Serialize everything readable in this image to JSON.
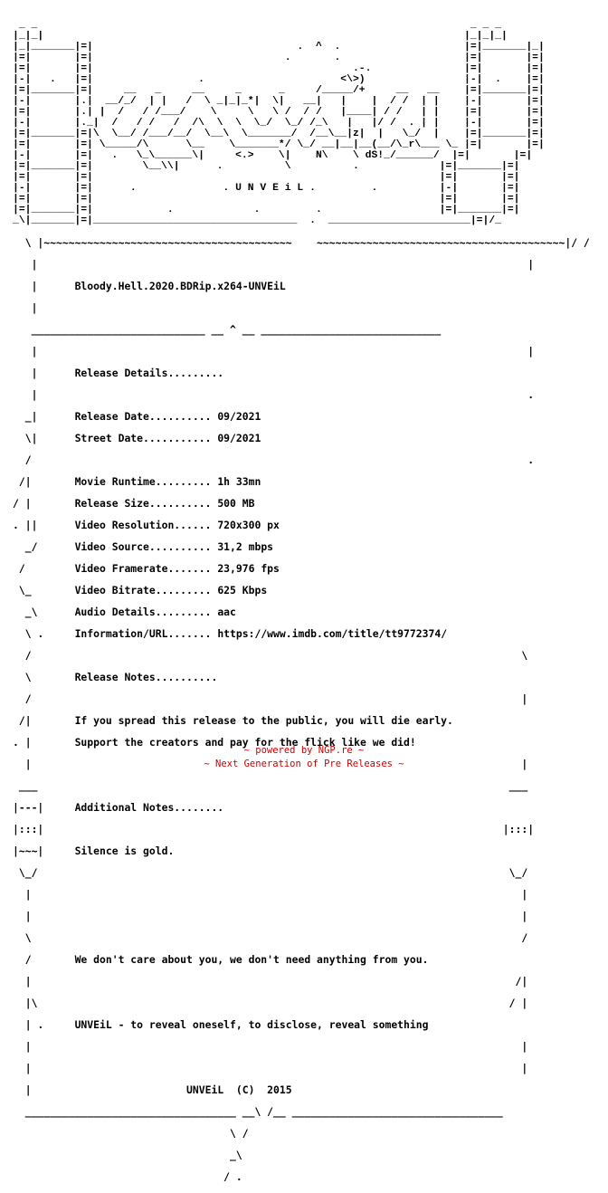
{
  "header_art": " _ _                                                                      _ _ _\n|_|_|                                                                    |_|_|_|\n|_|_______|=|                                 .  ^  .                    |=|_______|_|\n|=|       |=|                               .       .                    |=|       |=|\n|=|       |=|                                          .-.               |=|       |=|\n|-|   .   |=|                 .                      <\\>)                |-|  .    |=|\n|=|_______|=|     __   _     __     _      _     /_____/+     __   __    |=|_______|=|\n|-|       |.|  __/_/  | |   /  \\ _|_|_*|  \\|   __|   |    |  / /  | |    |-|       |=|\n|=|       |.| |  /   / /___/    \\     \\   \\ /  / /   |____| / /   | |    |=|       |=|\n|-|       |._|  /   / /   /  /\\  \\  \\  \\_/  \\_/ /_\\   |   |/ /  . | |    |-|       |=|\n|=|_______|=|\\  \\__/ /___/__/  \\__\\  \\_______/  /__\\__|z|  |   \\_/  |    |=|_______|=|\n|=|       |=| \\_____/\\      \\__    \\_______*/ \\_/ __|__|__(__/\\_r\\___ \\_ |=|       |=|\n|-|       |=|   .   \\_\\______\\|     <.>    \\|    N\\    \\ dS!_/______/  |=|       |=|\n|=|_______|=|        \\__\\\\|      .          \\          .             |=|_______|=|\n|=|       |=|                                                        |=|       |=|\n|-|       |=|      .              . U N V E i L .         .          |-|       |=|\n|=|       |=|                                                        |=|       |=|\n|=|_______|=|            .             .         .                   |=|_______|=|\n_\\|_______|=|_________________________________  .  _______________________|=|/_",
  "box_top": "  \\ |~~~~~~~~~~~~~~~~~~~~~~~~~~~~~~~~~~~~~~~~    ~~~~~~~~~~~~~~~~~~~~~~~~~~~~~~~~~~~~~~~~|/ /",
  "release_name": "Bloody.Hell.2020.BDRip.x264-UNVEiL",
  "divider": "___________________________ __ ^ __ ____________________________",
  "release_details_title": "Release Details.........",
  "details": [
    {
      "label": "Release Date..........",
      "value": "09/2021"
    },
    {
      "label": "Street Date...........",
      "value": "09/2021"
    },
    {
      "label": "Movie Runtime.........",
      "value": "1h 33mn"
    },
    {
      "label": "Release Size..........",
      "value": "500 MB"
    },
    {
      "label": "Video Resolution......",
      "value": "720x300 px"
    },
    {
      "label": "Video Source..........",
      "value": "31,2 mbps"
    },
    {
      "label": "Video Framerate.......",
      "value": "23,976 fps"
    },
    {
      "label": "Video Bitrate.........",
      "value": "625 Kbps"
    },
    {
      "label": "Audio Details.........",
      "value": "aac"
    },
    {
      "label": "Information/URL.......",
      "value": "https://www.imdb.com/title/tt9772374/"
    }
  ],
  "release_notes_title": "Release Notes..........",
  "release_notes": [
    "If you spread this release to the public, you will die early.",
    "Support the creators and pay for the flick like we did!"
  ],
  "additional_notes_title": "Additional Notes........",
  "additional_notes": "Silence is gold.",
  "tagline1": "We don't care about you, we don't need anything from you.",
  "tagline2": "UNVEiL - to reveal oneself, to disclose, reveal something",
  "signature": "UNVEiL  (C)  2015",
  "box_bottom": "_________________________________ __\\ /__ _________________________________",
  "footer_line1": "~ powered by NGP.re ~",
  "footer_line2": "~ Next Generation of Pre Releases ~"
}
